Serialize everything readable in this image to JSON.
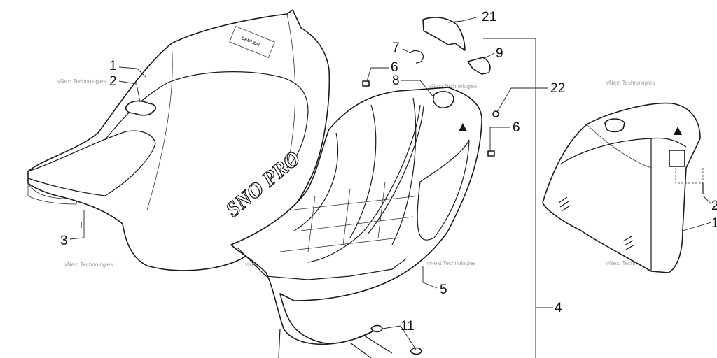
{
  "callouts": {
    "c1": "1",
    "c2": "2",
    "c3": "3",
    "c4": "4",
    "c5": "5",
    "c6a": "6",
    "c6b": "6",
    "c7": "7",
    "c8": "8",
    "c9": "9",
    "c11": "11",
    "c21": "21",
    "c22": "22",
    "c2r": "2",
    "c1r": "1"
  },
  "watermark": "vNext Technologies",
  "seat_label": {
    "caution": "CAUTION",
    "logo": "SNO PRO"
  }
}
